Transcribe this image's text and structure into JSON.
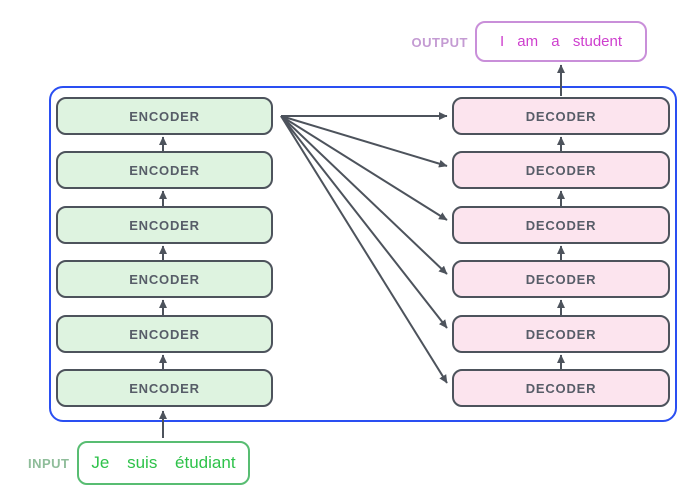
{
  "diagram": {
    "title": "transformer-encoder-decoder-stack",
    "input_label": "INPUT",
    "output_label": "OUTPUT",
    "input_text": "Je suis étudiant",
    "output_text": "I am a student",
    "encoders": [
      "ENCODER",
      "ENCODER",
      "ENCODER",
      "ENCODER",
      "ENCODER",
      "ENCODER"
    ],
    "decoders": [
      "DECODER",
      "DECODER",
      "DECODER",
      "DECODER",
      "DECODER",
      "DECODER"
    ]
  },
  "colors": {
    "container_border": "#2a4ff2",
    "encoder_fill": "#def3e0",
    "decoder_fill": "#fce4ee",
    "box_border": "#4d535c",
    "box_text": "#575d68",
    "arrow": "#4d535c",
    "input_border": "#58bd72",
    "input_text": "#2ec24a",
    "input_label": "#8fbd9a",
    "output_border": "#c98fd9",
    "output_text": "#ce3fce",
    "output_label": "#c49bd3"
  }
}
